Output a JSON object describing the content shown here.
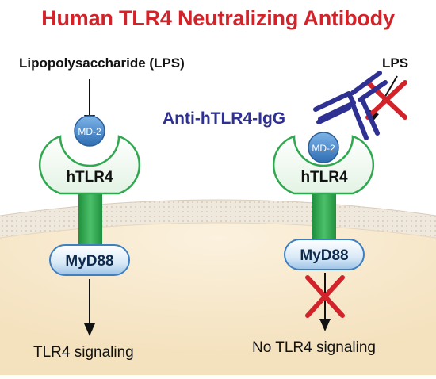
{
  "title": "Human TLR4 Neutralizing Antibody",
  "left": {
    "ligand_label": "Lipopolysaccharide (LPS)",
    "coreceptor_label": "MD-2",
    "receptor_label": "hTLR4",
    "adaptor_label": "MyD88",
    "outcome_label": "TLR4 signaling"
  },
  "right": {
    "ligand_label": "LPS",
    "antibody_label": "Anti-hTLR4-IgG",
    "coreceptor_label": "MD-2",
    "receptor_label": "hTLR4",
    "adaptor_label": "MyD88",
    "outcome_label": "No TLR4 signaling"
  },
  "colors": {
    "title": "#d2232a",
    "antibody": "#2e3192",
    "receptor_green": "#2fa84f",
    "md2_blue": "#3f7fc4",
    "block_x": "#d2232a",
    "membrane": "#e5dccf",
    "cytoplasm": "#f8ebd3"
  },
  "icons": {
    "block_mark": "red-x-icon",
    "arrow": "down-arrow-icon"
  }
}
